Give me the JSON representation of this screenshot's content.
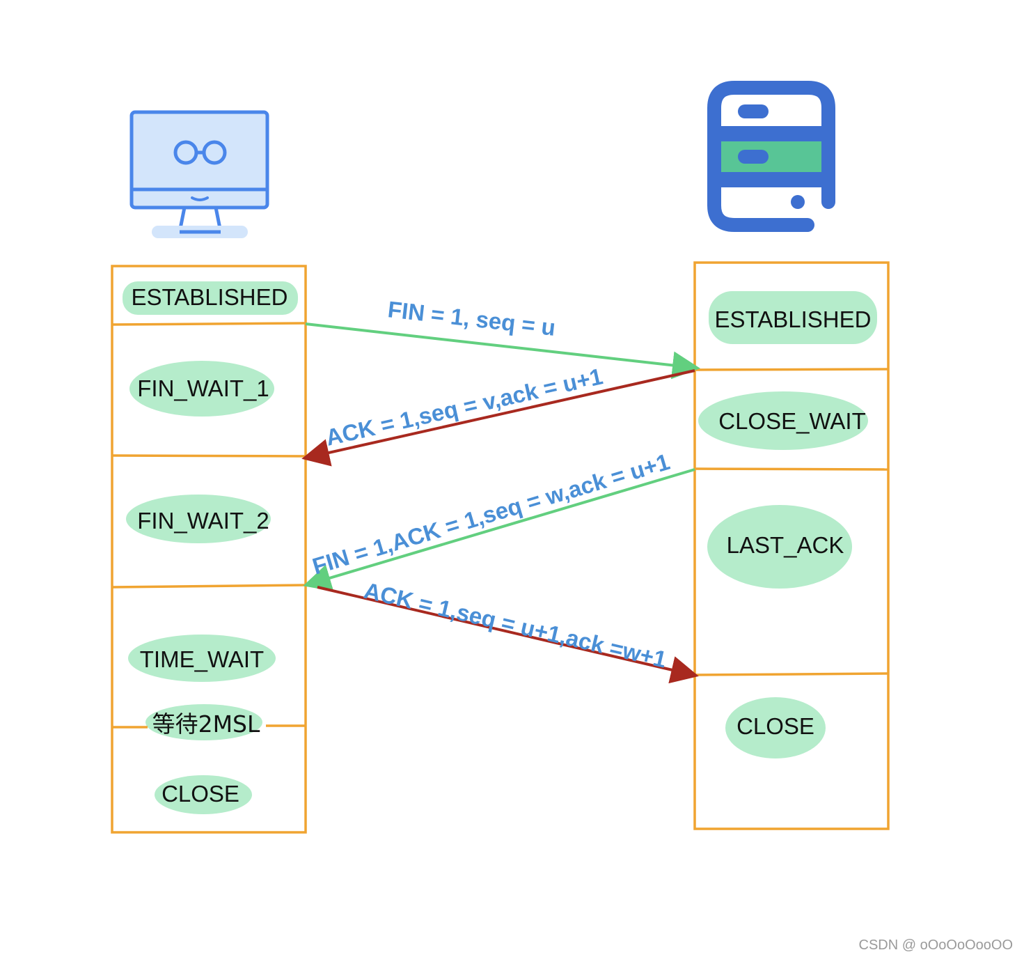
{
  "colors": {
    "box_border": "#f0a431",
    "highlight": "#b5eccb",
    "syn_line": "#62cf7f",
    "ack_line": "#a8291f",
    "label_text": "#4a8fd6",
    "icon_blue": "#3d6fd0",
    "icon_green": "#58c596",
    "monitor_fill": "#d3e5fb",
    "monitor_line": "#4a86ea"
  },
  "icons": {
    "client": "monitor-with-glasses-icon",
    "server": "server-phone-icon"
  },
  "client": {
    "states": [
      "ESTABLISHED",
      "FIN_WAIT_1",
      "FIN_WAIT_2",
      "TIME_WAIT",
      "等待2MSL",
      "CLOSE"
    ]
  },
  "server": {
    "states": [
      "ESTABLISHED",
      "CLOSE_WAIT",
      "LAST_ACK",
      "CLOSE"
    ]
  },
  "messages": [
    {
      "text": "FIN = 1, seq = u",
      "direction": "client-to-server",
      "color": "#62cf7f"
    },
    {
      "text": "ACK = 1,seq = v,ack = u+1",
      "direction": "server-to-client",
      "color": "#a8291f"
    },
    {
      "text": "FIN = 1,ACK = 1,seq = w,ack = u+1",
      "direction": "server-to-client",
      "color": "#62cf7f"
    },
    {
      "text": "ACK = 1,seq = u+1,ack =w+1",
      "direction": "client-to-server",
      "color": "#a8291f"
    }
  ],
  "watermark": "CSDN @ oOoOoOooOO"
}
